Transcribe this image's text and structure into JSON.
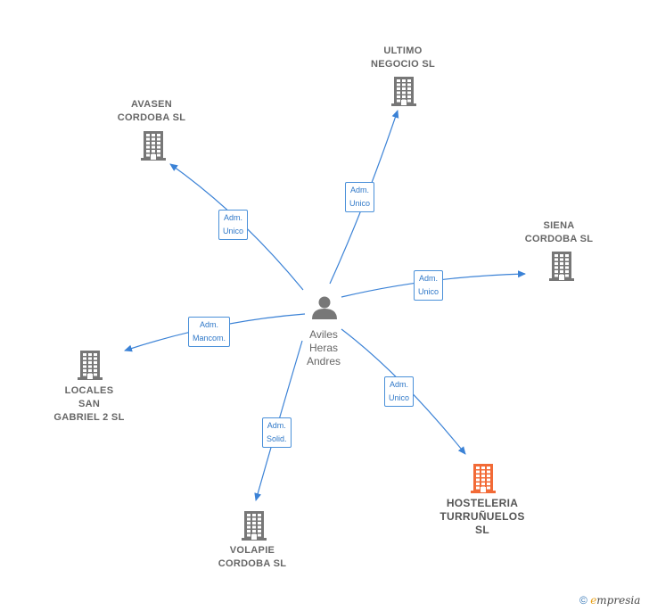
{
  "center": {
    "label": "Aviles\nHeras\nAndres",
    "icon": "person-icon"
  },
  "nodes": [
    {
      "id": "ultimo",
      "label": "ULTIMO\nNEGOCIO  SL",
      "icon": "building-icon",
      "color": "#777777"
    },
    {
      "id": "avasen",
      "label": "AVASEN\nCORDOBA SL",
      "icon": "building-icon",
      "color": "#777777"
    },
    {
      "id": "siena",
      "label": "SIENA\nCORDOBA  SL",
      "icon": "building-icon",
      "color": "#777777"
    },
    {
      "id": "locales",
      "label": "LOCALES\nSAN\nGABRIEL 2  SL",
      "icon": "building-icon",
      "color": "#777777"
    },
    {
      "id": "volapie",
      "label": "VOLAPIE\nCORDOBA SL",
      "icon": "building-icon",
      "color": "#777777"
    },
    {
      "id": "hosteleria",
      "label": "HOSTELERIA\nTURRUÑUELOS\nSL",
      "icon": "building-icon",
      "color": "#f26a36"
    }
  ],
  "edges": [
    {
      "target": "ultimo",
      "label": "Adm.\nUnico"
    },
    {
      "target": "avasen",
      "label": "Adm.\nUnico"
    },
    {
      "target": "siena",
      "label": "Adm.\nUnico"
    },
    {
      "target": "locales",
      "label": "Adm.\nMancom."
    },
    {
      "target": "volapie",
      "label": "Adm.\nSolid."
    },
    {
      "target": "hosteleria",
      "label": "Adm.\nUnico"
    }
  ],
  "colors": {
    "edge": "#3b82d6",
    "accent": "#f26a36",
    "node": "#777777"
  },
  "watermark": {
    "symbol": "©",
    "brand_initial": "e",
    "brand_rest": "mpresia"
  }
}
